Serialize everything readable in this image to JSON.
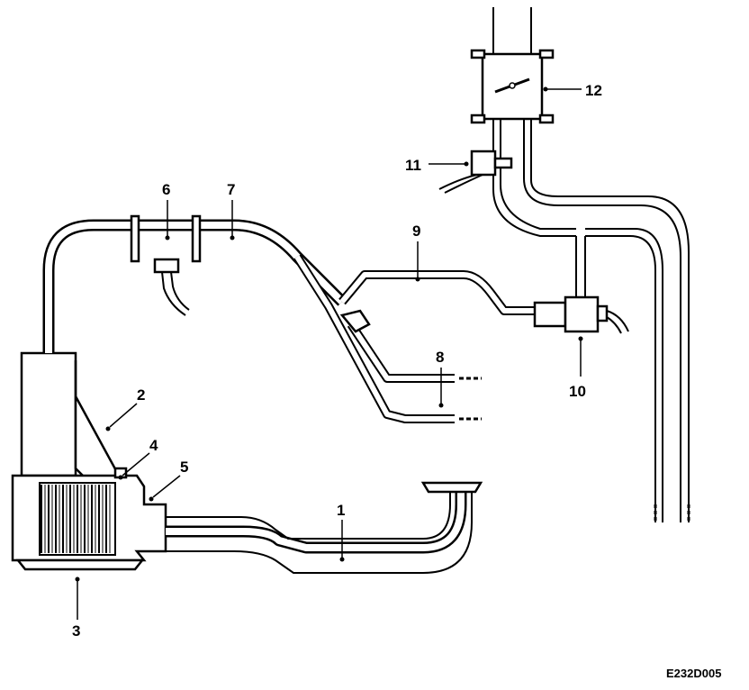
{
  "callouts": [
    {
      "id": "1",
      "label": "1"
    },
    {
      "id": "2",
      "label": "2"
    },
    {
      "id": "3",
      "label": "3"
    },
    {
      "id": "4",
      "label": "4"
    },
    {
      "id": "5",
      "label": "5"
    },
    {
      "id": "6",
      "label": "6"
    },
    {
      "id": "7",
      "label": "7"
    },
    {
      "id": "8",
      "label": "8"
    },
    {
      "id": "9",
      "label": "9"
    },
    {
      "id": "10",
      "label": "10"
    },
    {
      "id": "11",
      "label": "11"
    },
    {
      "id": "12",
      "label": "12"
    }
  ],
  "figure_ref": "E232D005"
}
